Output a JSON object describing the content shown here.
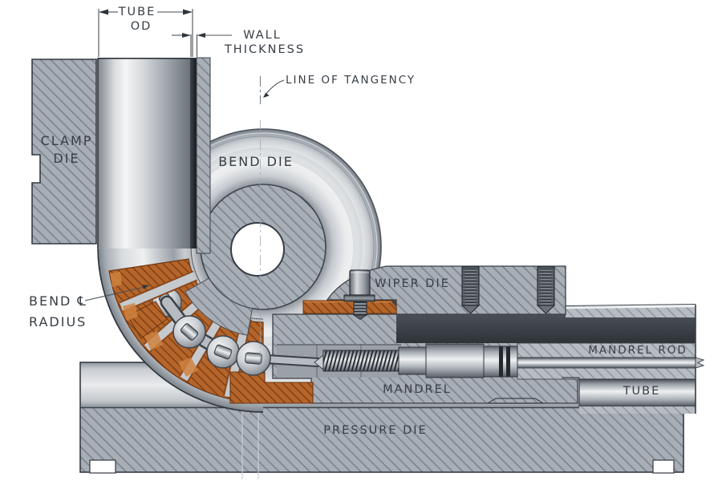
{
  "diagram": {
    "labels": {
      "tube_od": {
        "line1": "TUBE",
        "line2": "OD"
      },
      "wall_thickness": {
        "line1": "WALL",
        "line2": "THICKNESS"
      },
      "line_of_tangency": "LINE OF TANGENCY",
      "clamp_die": {
        "line1": "CLAMP",
        "line2": "DIE"
      },
      "bend_die": "BEND DIE",
      "wiper_die": "WIPER DIE",
      "bend_radius": {
        "line1": "BEND ℄",
        "line2": "RADIUS"
      },
      "mandrel_rod": "MANDREL ROD",
      "mandrel": "MANDREL",
      "tube": "TUBE",
      "pressure_die": "PRESSURE DIE"
    },
    "colors": {
      "background": "#ffffff",
      "steel_light": "#e9ebed",
      "steel_mid": "#a8aeb6",
      "steel_dark": "#5a6068",
      "copper": "#b5652a",
      "copper_dark": "#7c3d12",
      "copper_light": "#d0833f",
      "line": "#3a4047",
      "text": "#383e45"
    }
  }
}
